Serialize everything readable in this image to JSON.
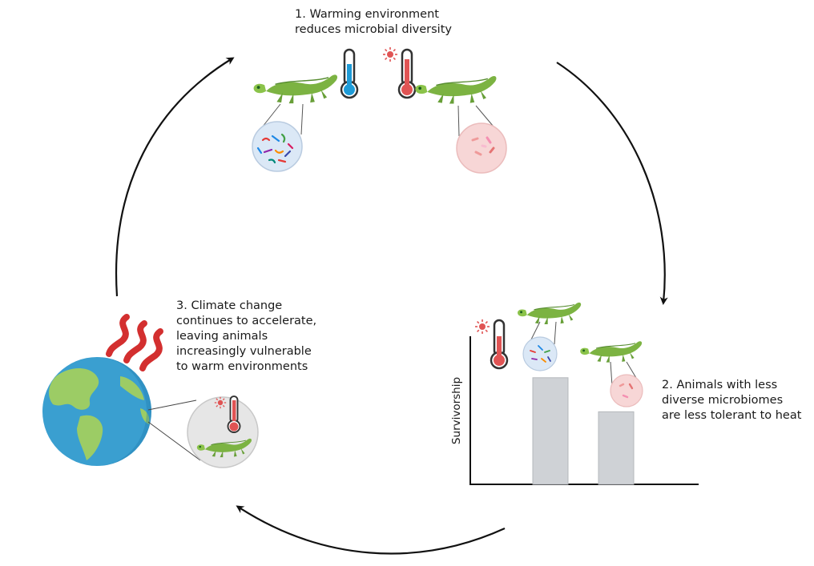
{
  "steps": {
    "step1": "1. Warming environment\nreduces microbial diversity",
    "step2": "2. Animals with less\ndiverse microbiomes\nare less tolerant to heat",
    "step3": "3. Climate change\ncontinues to accelerate,\nleaving animals\nincreasingly vulnerable\nto warm environments"
  },
  "chart": {
    "ylabel": "Survivorship"
  },
  "chart_data": {
    "type": "bar",
    "categories": [
      "Diverse microbiome",
      "Less diverse microbiome"
    ],
    "values": [
      72,
      49
    ],
    "ylabel": "Survivorship",
    "ylim": [
      0,
      100
    ]
  },
  "colors": {
    "lizard": "#7cb342",
    "cold": "#1e9bd7",
    "hot": "#e05454",
    "bar": "#cfd2d6",
    "earth_water": "#3a9fd0",
    "earth_land": "#9ccc65",
    "heat_waves": "#d32f2f"
  }
}
